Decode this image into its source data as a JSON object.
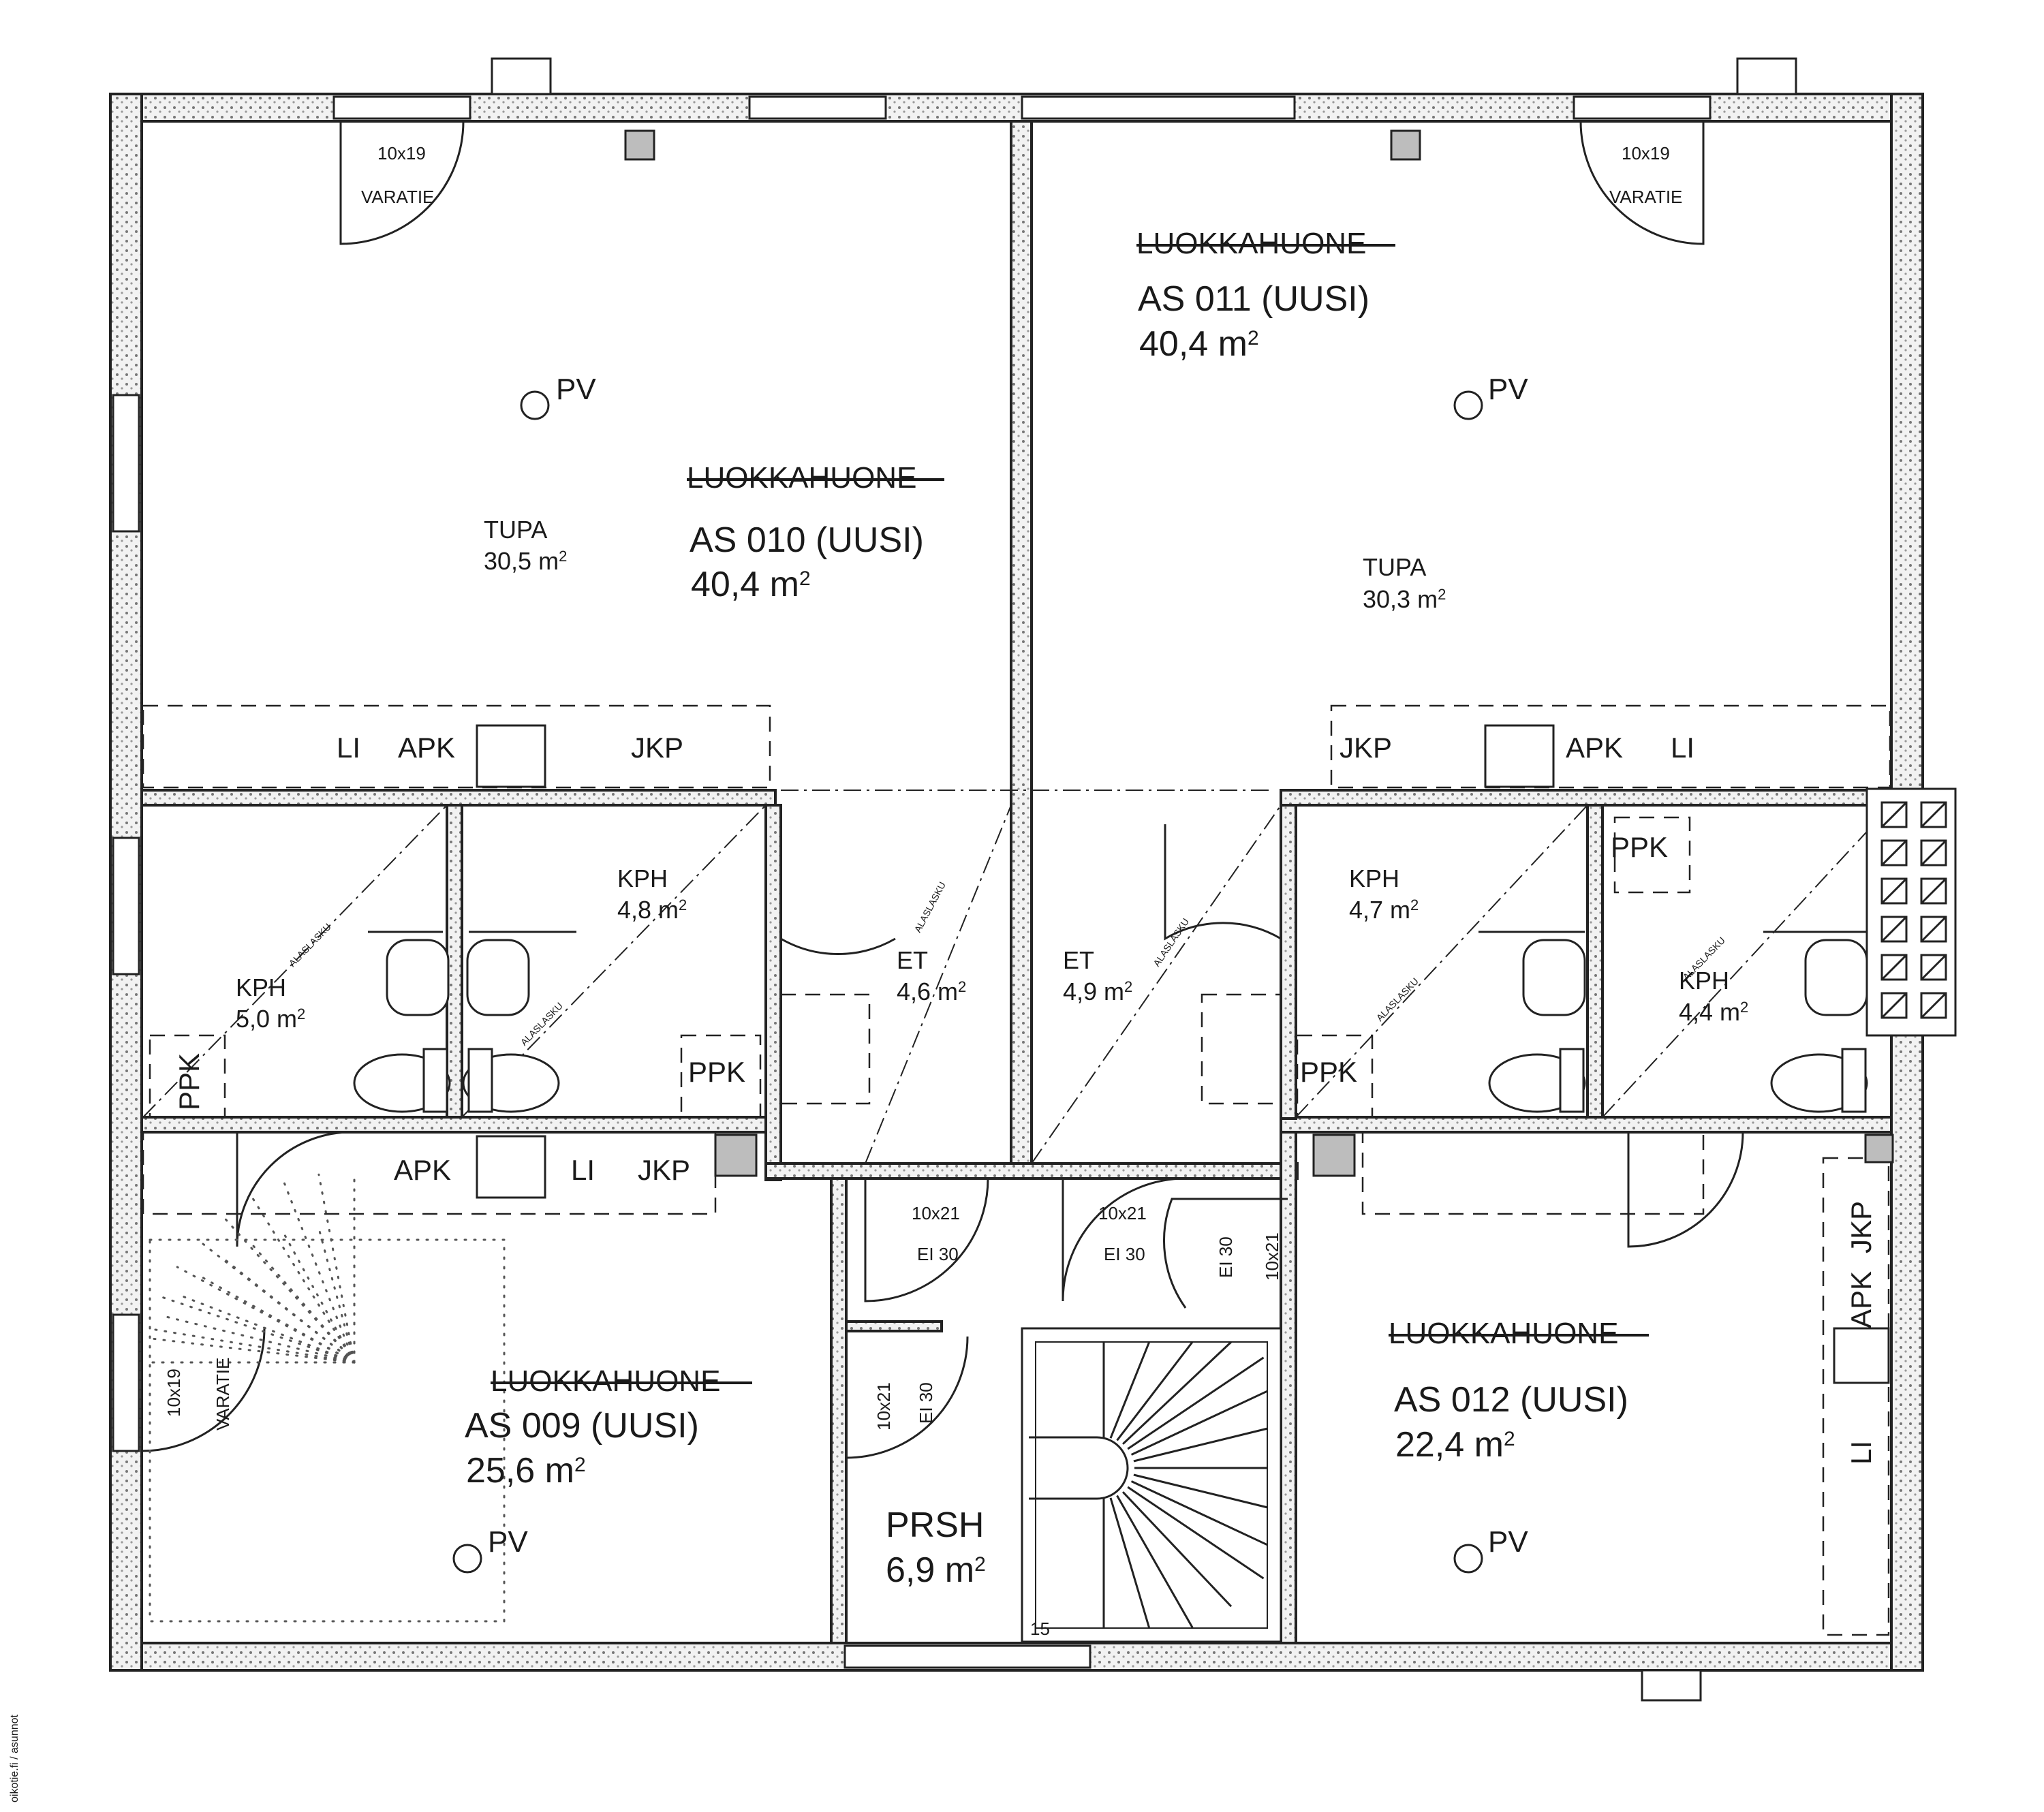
{
  "rooms": {
    "as010": {
      "old_name": "LUOKKAHUONE",
      "name": "AS 010 (UUSI)",
      "area_num": "40,4 m",
      "area_sup": "2"
    },
    "as011": {
      "old_name": "LUOKKAHUONE",
      "name": "AS 011 (UUSI)",
      "area_num": "40,4 m",
      "area_sup": "2"
    },
    "as009": {
      "old_name": "LUOKKAHUONE",
      "name": "AS 009 (UUSI)",
      "area_num": "25,6 m",
      "area_sup": "2"
    },
    "as012": {
      "old_name": "LUOKKAHUONE",
      "name": "AS 012 (UUSI)",
      "area_num": "22,4 m",
      "area_sup": "2"
    },
    "tupa_left": {
      "name": "TUPA",
      "area_num": "30,5 m",
      "area_sup": "2"
    },
    "tupa_right": {
      "name": "TUPA",
      "area_num": "30,3 m",
      "area_sup": "2"
    },
    "kph1": {
      "name": "KPH",
      "area_num": "5,0 m",
      "area_sup": "2"
    },
    "kph2": {
      "name": "KPH",
      "area_num": "4,8 m",
      "area_sup": "2"
    },
    "kph3": {
      "name": "KPH",
      "area_num": "4,7 m",
      "area_sup": "2"
    },
    "kph4": {
      "name": "KPH",
      "area_num": "4,4 m",
      "area_sup": "2"
    },
    "et_left": {
      "name": "ET",
      "area_num": "4,6 m",
      "area_sup": "2"
    },
    "et_right": {
      "name": "ET",
      "area_num": "4,9 m",
      "area_sup": "2"
    },
    "prsh": {
      "name": "PRSH",
      "area_num": "6,9 m",
      "area_sup": "2"
    }
  },
  "fixtures": {
    "pv": "PV",
    "apk": "APK",
    "jkp": "JKP",
    "li": "LI",
    "ppk": "PPK",
    "alaslasku": "ALASLASKU"
  },
  "doors": {
    "size_exit": "10x19",
    "exit_label": "VARATIE",
    "size_inner": "10x21",
    "fire_class": "EI 30"
  },
  "stair": {
    "step_count": "15"
  },
  "watermark": "oikotie.fi / asunnot"
}
